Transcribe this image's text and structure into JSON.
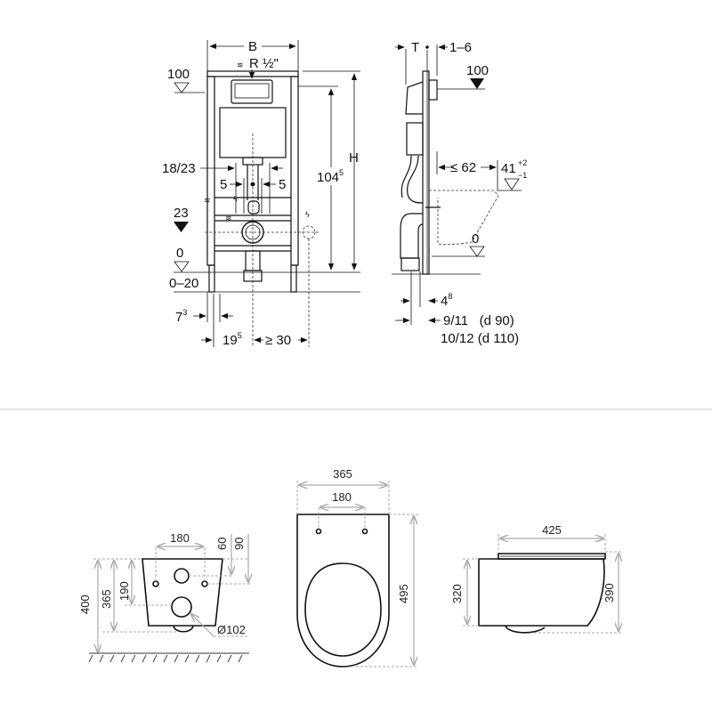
{
  "frame_front_view": {
    "width_label": "B",
    "water_connection": "R ½\"",
    "level_100": "100",
    "height_label": "H",
    "height_1045": "104",
    "height_1045_sup": "5",
    "dim_18_23": "18/23",
    "dim_5_left": "5",
    "dim_5_right": "5",
    "level_23": "23",
    "level_0": "0",
    "range_0_20": "0–20",
    "dim_73": "7",
    "dim_73_sup": "3",
    "dim_195": "19",
    "dim_195_sup": "5",
    "dim_min30": "≥ 30"
  },
  "frame_side_view": {
    "depth_label": "T",
    "dim_1_6": "1–6",
    "level_100": "100",
    "dim_max62": "≤ 62",
    "seat_height": "41",
    "seat_tol_plus": "+2",
    "seat_tol_minus": "−1",
    "level_0": "0",
    "dim_48": "4",
    "dim_48_sup": "8",
    "pipe_d90": "9/11   (d 90)",
    "pipe_d110": "10/12 (d 110)"
  },
  "bowl_rear_view": {
    "hole_spacing": "180",
    "dim_60": "60",
    "dim_90": "90",
    "dim_190": "190",
    "dim_365": "365",
    "dim_400": "400",
    "outlet_diameter": "Ø102"
  },
  "bowl_top_view": {
    "width": "365",
    "hinge_spacing": "180",
    "length": "495"
  },
  "bowl_side_view": {
    "length": "425",
    "height_body": "320",
    "height_total": "390"
  }
}
